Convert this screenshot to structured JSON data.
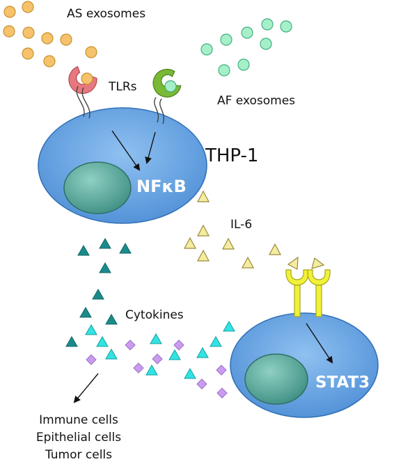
{
  "labels": {
    "as_exosomes": "AS exosomes",
    "af_exosomes": "AF exosomes",
    "tlrs": "TLRs",
    "thp1": "THP-1",
    "nfkb": "NFκB",
    "il6": "IL-6",
    "cytokines": "Cytokines",
    "stat3": "STAT3",
    "targets": [
      "Immune cells",
      "Epithelial cells",
      "Tumor cells"
    ]
  },
  "colors": {
    "cell_fill": "#4f8fd6",
    "nucleus_fill": "#4f9c8f",
    "as_exosome": "#f6c26b",
    "af_exosome": "#a6f0c9",
    "tlr_pink": "#e7787f",
    "tlr_green": "#79b935",
    "il6_triangle": "#f4eca0",
    "cytokine_teal": "#1a8b8b",
    "cytokine_cyan": "#32e3e3",
    "cytokine_violet": "#c99cf0",
    "receptor_yellow": "#f1f13a"
  }
}
